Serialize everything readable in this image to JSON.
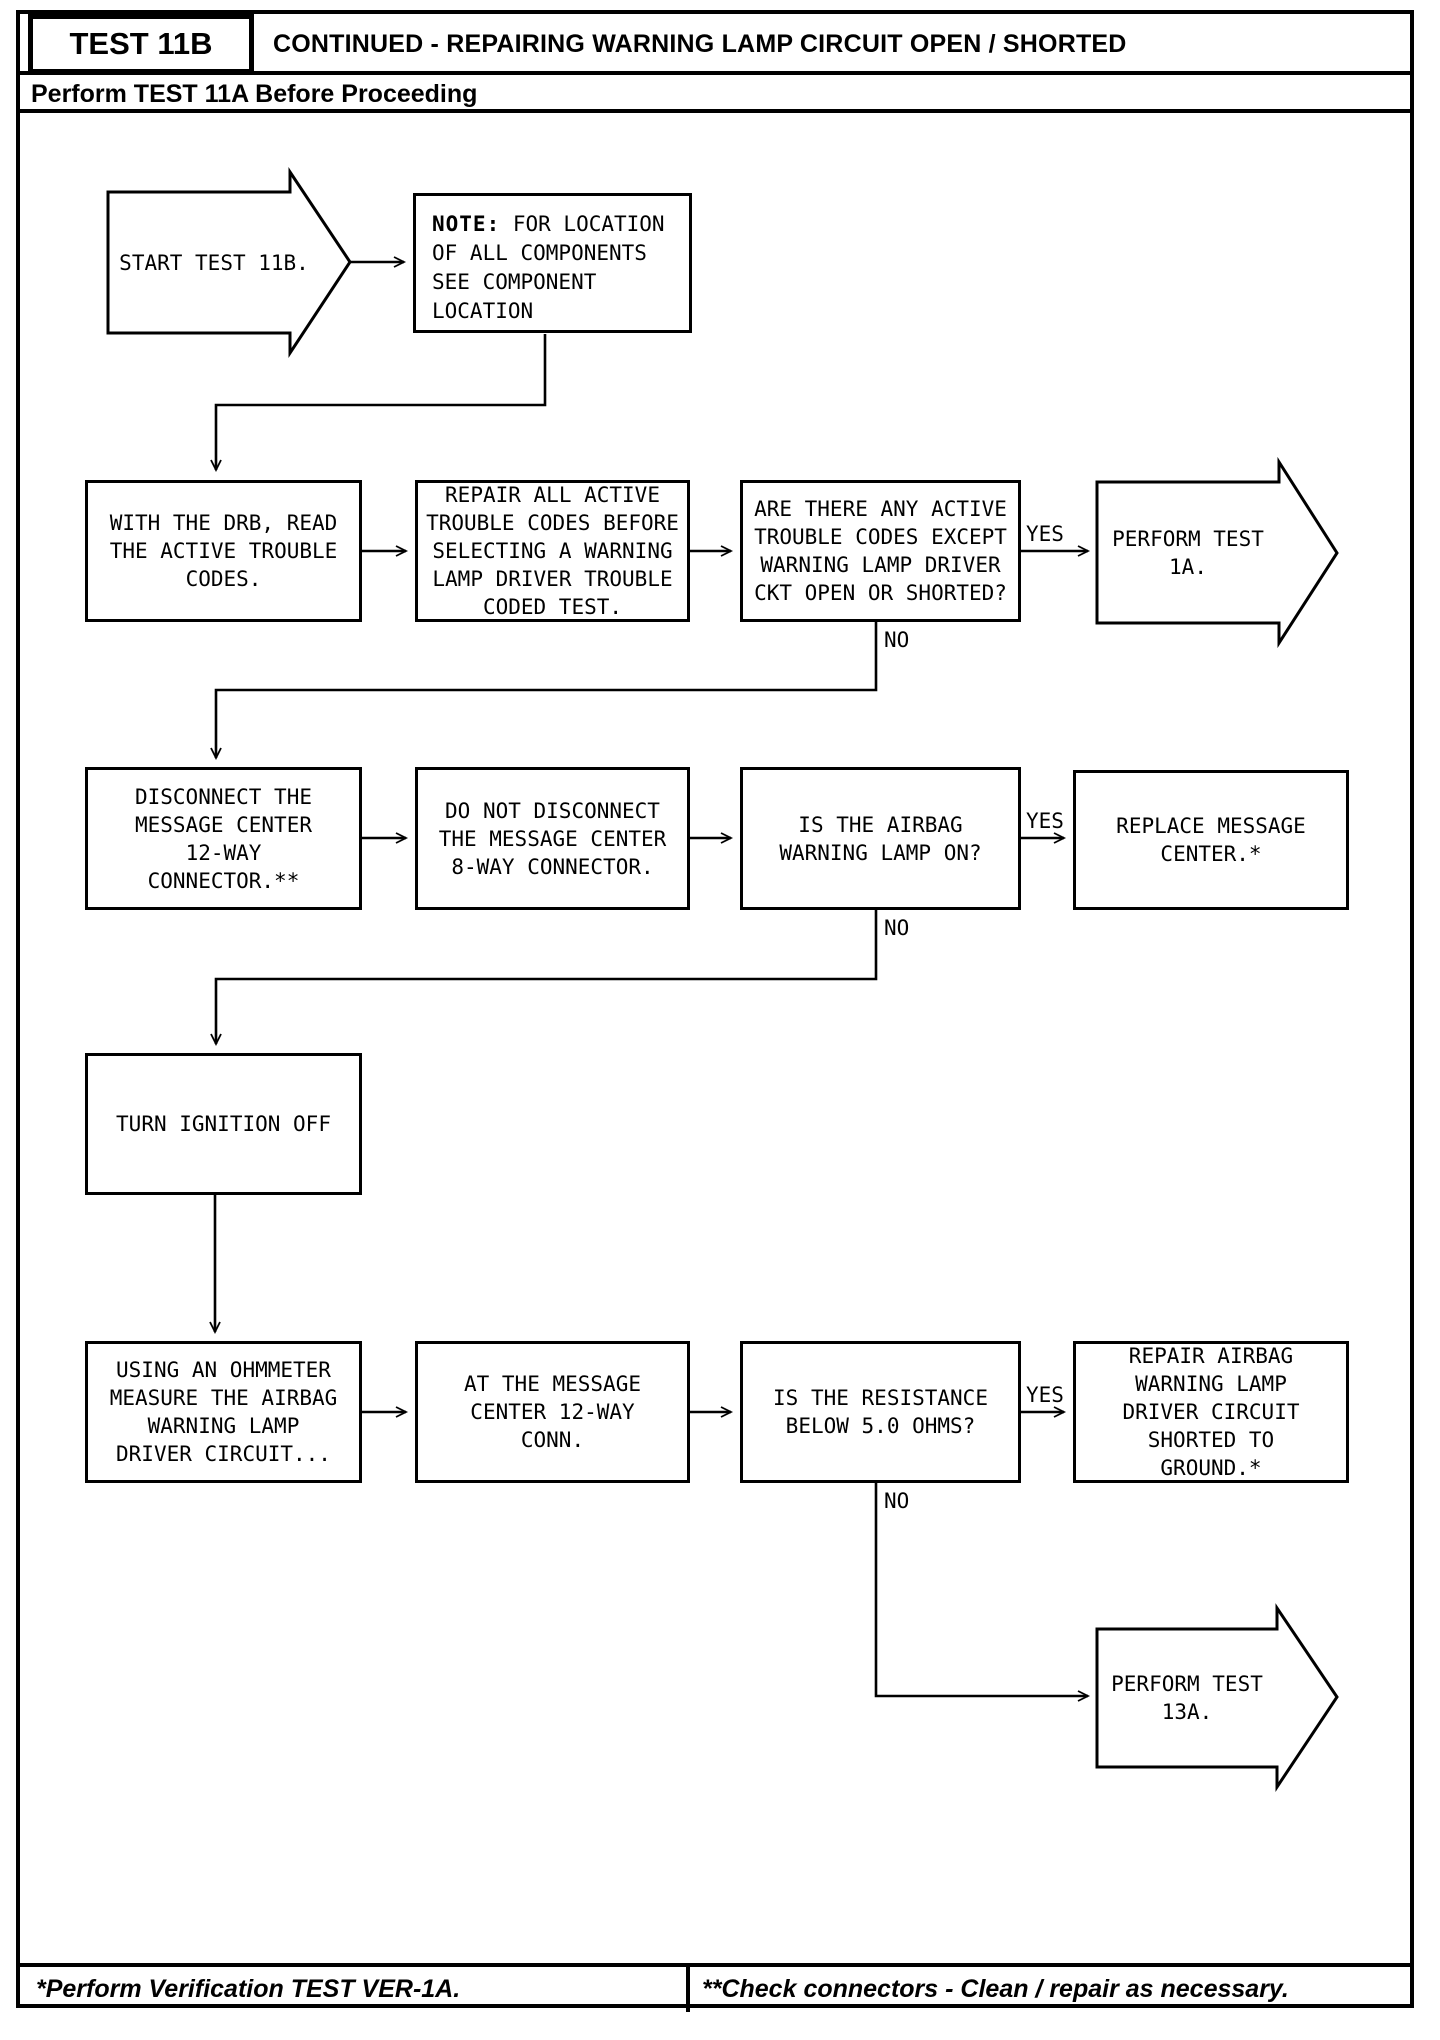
{
  "header": {
    "test_label": "TEST 11B",
    "title": "CONTINUED - REPAIRING WARNING LAMP CIRCUIT OPEN / SHORTED",
    "subtitle": "Perform TEST 11A Before Proceeding"
  },
  "flow": {
    "start_label": "START TEST 11B.",
    "note_prefix": "NOTE:",
    "note_body": " FOR LOCATION\nOF ALL COMPONENTS\nSEE COMPONENT\nLOCATION",
    "boxes": {
      "with_drb": "WITH THE DRB, READ\nTHE ACTIVE TROUBLE\nCODES.",
      "repair_codes": "REPAIR ALL ACTIVE\nTROUBLE CODES BEFORE\nSELECTING A WARNING\nLAMP DRIVER TROUBLE\nCODED TEST.",
      "any_active": "ARE THERE ANY ACTIVE\nTROUBLE CODES EXCEPT\nWARNING LAMP DRIVER\nCKT OPEN OR SHORTED?",
      "disconnect_12way": "DISCONNECT THE\nMESSAGE CENTER\n12-WAY\nCONNECTOR.**",
      "do_not_disconnect": "DO NOT DISCONNECT\nTHE MESSAGE CENTER\n8-WAY CONNECTOR.",
      "lamp_on": "IS THE AIRBAG\nWARNING LAMP ON?",
      "replace_center": "REPLACE MESSAGE\nCENTER.*",
      "turn_ignition": "TURN IGNITION OFF",
      "ohmmeter": "USING AN OHMMETER\nMEASURE THE AIRBAG\nWARNING LAMP\nDRIVER CIRCUIT...",
      "at_message_center": "AT THE MESSAGE\nCENTER 12-WAY\nCONN.",
      "resistance": "IS THE RESISTANCE\nBELOW 5.0 OHMS?",
      "repair_driver": "REPAIR AIRBAG\nWARNING LAMP\nDRIVER CIRCUIT\nSHORTED TO\nGROUND.*"
    },
    "terminals": {
      "test_1a": "PERFORM TEST\n1A.",
      "test_13a": "PERFORM TEST\n13A."
    },
    "decisions": {
      "yes": "YES",
      "no": "NO"
    }
  },
  "footer": {
    "left_note": "*Perform Verification TEST VER-1A.",
    "right_note": "**Check connectors - Clean / repair as necessary."
  },
  "colors": {
    "ink": "#000000",
    "paper": "#ffffff"
  }
}
